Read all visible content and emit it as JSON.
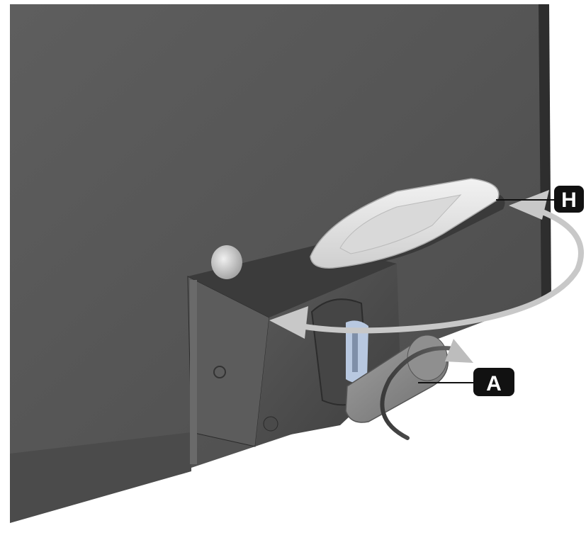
{
  "callouts": [
    {
      "id": "H",
      "label": "H",
      "target": "handle"
    },
    {
      "id": "A",
      "label": "A",
      "target": "lock-knob"
    }
  ],
  "colors": {
    "panel": "#5a5a5a",
    "panel_dark": "#3c3c3c",
    "lock_housing": "#4a4a4a",
    "handle": "#e6e6e6",
    "knob": "#8a8a8a",
    "arrow": "#c8c8c8",
    "callout_bg": "#111111",
    "callout_text": "#ffffff",
    "keyhole": "#b8c8e0"
  },
  "icons": [
    "rotation-arrow-large",
    "rotation-arrow-small"
  ]
}
